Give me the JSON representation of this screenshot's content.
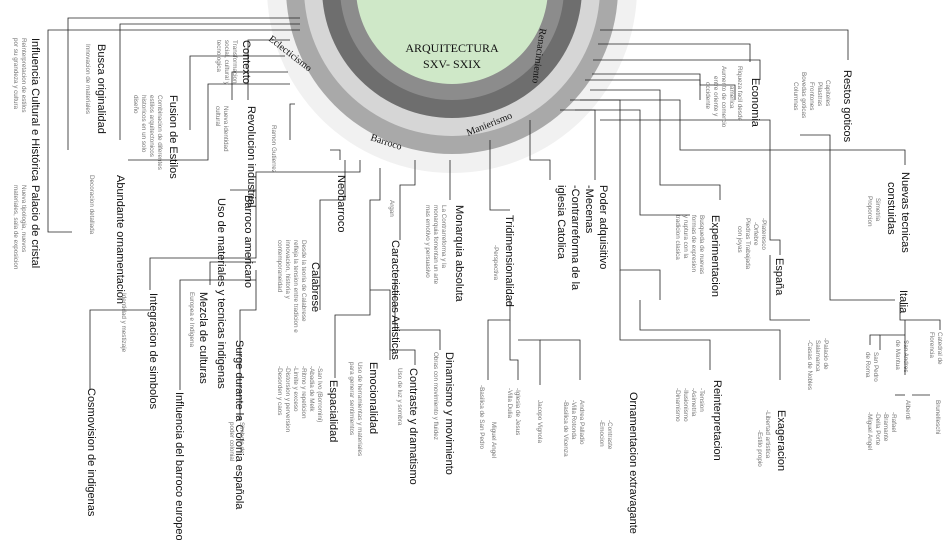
{
  "center": {
    "title_line1": "ARQUITECTURA",
    "title_line2": "SXV- SXIX",
    "fill": "#cfe8c8"
  },
  "rings": {
    "eclecticismo": "Eclecticismo",
    "renacimiento": "Renacimiento",
    "manierismo": "Manierismo",
    "barroco": "Barroco"
  },
  "colors": {
    "ring_outer": "#f1f1f1",
    "ring_barroco": "#a9a9a9",
    "ring_manierismo": "#d6d6d6",
    "ring_renacimiento": "#6e6e6e",
    "ring_eclect": "#8c8c8c"
  },
  "nodes": {
    "influencia": {
      "title": "Influencia Cultural e Histórica",
      "sub": [
        "Reinterpretacion de estilos",
        "por su grandeza y cultura"
      ]
    },
    "busca": {
      "title": "Busca originalidad",
      "sub": [
        "Innovacion de materiales"
      ]
    },
    "contexto": {
      "title": "Contexto",
      "sub": [
        "Transformacion",
        "social, cultural y",
        "tecnologica"
      ]
    },
    "fusion": {
      "title": "Fusion de Estilos",
      "sub": [
        "Combinacion de diferentes",
        "estilos arquitectonicos",
        "historicos en un solo",
        "diseño"
      ]
    },
    "revolucion": {
      "title": "Revolucion industrial",
      "sub": [
        "Nueva identidad",
        "cultural"
      ]
    },
    "ramon": {
      "title": "",
      "sub": [
        "Ramon Gutierrez"
      ]
    },
    "abundante": {
      "title": "Abundante ornamentacion",
      "sub": [
        "Decoracion detallada"
      ]
    },
    "palacio": {
      "title": "Palacio de cristal",
      "sub": [
        "Nueva tipologia, nuevos",
        "materiales, sala de exposicion"
      ]
    },
    "uso_materiales": {
      "title": "Uso de materiales y tecnicas indigenas",
      "sub": []
    },
    "barroco_americano": {
      "title": "Barroco americano",
      "sub": []
    },
    "mezcla": {
      "title": "Mezcla de culturas",
      "sub": [
        "Europea e Indigena"
      ]
    },
    "integracion": {
      "title": "Integracion de simbolos",
      "sub": [
        "Identidad y mestizaje"
      ]
    },
    "surge": {
      "title": "Surge durante la Colonia española",
      "sub": []
    },
    "simbolo": {
      "title": "",
      "sub": [
        "Simbolo de",
        "poder colonial"
      ]
    },
    "influencia_barroco": {
      "title": "Influencia del barroco europeo",
      "sub": []
    },
    "cosmovision": {
      "title": "Cosmovision de indigenas",
      "sub": []
    },
    "neobarroco": {
      "title": "Neobarroco",
      "sub": []
    },
    "calabrese": {
      "title": "Calabrese",
      "sub": [
        "Desde la teoria de Calabrese",
        "refleja la tension entre tradicion e",
        "innovacion, historia y",
        "contemporaneidad"
      ]
    },
    "espacialidad": {
      "title": "Espacialidad",
      "sub": [
        "-San Ivo (Borromini)",
        "-Abadia de Melk",
        "-Ritmo y repeticion",
        "-Limite y exceso",
        "-Distorsion y perversion",
        "-Desorden y caos"
      ]
    },
    "argan": {
      "title": "",
      "sub": [
        "Argan"
      ]
    },
    "caracteristicas": {
      "title": "Caracteristicas Artisticas",
      "sub": []
    },
    "emocionalidad": {
      "title": "Emocionalidad",
      "sub": [
        "Uso de herramientas y materiales",
        "para generar sentimientos"
      ]
    },
    "contraste": {
      "title": "Contraste y dramatismo",
      "sub": [
        "Uso de luz y sombra"
      ]
    },
    "dinamismo": {
      "title": "Dinamismo y movimiento",
      "sub": [
        "Obras con movimiento y fluidez"
      ]
    },
    "monarquia": {
      "title": "Monarquia absoluta",
      "sub": [
        "La Contrarreforma y la",
        "monarquia fomentan un arte",
        "mas emotivo y persuasivo"
      ]
    },
    "tridimensionalidad": {
      "title": "Tridimensionalidad",
      "sub": [
        "-Perspectiva"
      ]
    },
    "basilica_pedro": {
      "title": "",
      "sub": [
        "-Basilica de San Pedro"
      ]
    },
    "iglesia_jesus": {
      "title": "",
      "sub": [
        "-Iglesia de Jesus",
        "-Villa Dulia"
      ]
    },
    "miguel_angel": {
      "title": "",
      "sub": [
        "Miguel Angel"
      ]
    },
    "jacopo": {
      "title": "",
      "sub": [
        "Jacopo Vignola"
      ]
    },
    "andrea": {
      "title": "",
      "sub": [
        "Andrea Palladio",
        "-Villa Rotonda",
        "-Basilica de Vicenza"
      ]
    },
    "poder": {
      "title": "Poder adquisitivo -Mecenas -Contrarreforma de la iglesia Catolica",
      "sub": []
    },
    "experimentacion": {
      "title": "Experimentacion",
      "sub": [
        "Busqueda de nuevas",
        "formas de expresion",
        "y ruptura con la",
        "tradicion clasica"
      ]
    },
    "ornamentacion": {
      "title": "Ornamentacion extravagante",
      "sub": [
        "-Contraste",
        "-Emocion"
      ]
    },
    "reinterpretacion": {
      "title": "Reinterpretacion",
      "sub": [
        "-Tension",
        "-Asimetria",
        "-Ilusionismo",
        "-Dinamismo"
      ]
    },
    "exageracion": {
      "title": "Exageracion",
      "sub": [
        "-Libertad artistica",
        "-Estilo propio"
      ]
    },
    "economia": {
      "title": "Economia",
      "sub": [
        "Riqueza facil desde",
        "america",
        "Aumento de comercio",
        "entre oriente y",
        "occidente"
      ]
    },
    "restos": {
      "title": "Restos goticos",
      "sub": [
        "Capiteles",
        "Pilastras",
        "Frontones",
        "Bovedas goticas",
        "Columnas"
      ]
    },
    "nuevas": {
      "title": "Nuevas tecnicas constuidas",
      "sub": [
        "Simetria",
        "Proporcion"
      ]
    },
    "espana": {
      "title": "España",
      "sub": [
        "-Plateresco",
        "-Orfebre",
        "Piedras Trabajada",
        "con joyas"
      ]
    },
    "palacio_salamanca": {
      "title": "",
      "sub": [
        "-Palacio de",
        "Salamanca",
        "-Casas de Nobles"
      ]
    },
    "italia": {
      "title": "Italia",
      "sub": []
    },
    "catedral": {
      "title": "",
      "sub": [
        "Catedral de",
        "Florencia"
      ]
    },
    "brunelleschi": {
      "title": "",
      "sub": [
        "Brunelleschi"
      ]
    },
    "alberdi": {
      "title": "",
      "sub": [
        "Alberdi"
      ]
    },
    "san_andres": {
      "title": "",
      "sub": [
        "San Andres",
        "de Mantua"
      ]
    },
    "san_pedro_roma": {
      "title": "",
      "sub": [
        "San Pedro",
        "de Roma"
      ]
    },
    "rafael": {
      "title": "",
      "sub": [
        "-Rafael",
        "-Bramante",
        "-Della Porte",
        "-Miguel Angel"
      ]
    }
  }
}
